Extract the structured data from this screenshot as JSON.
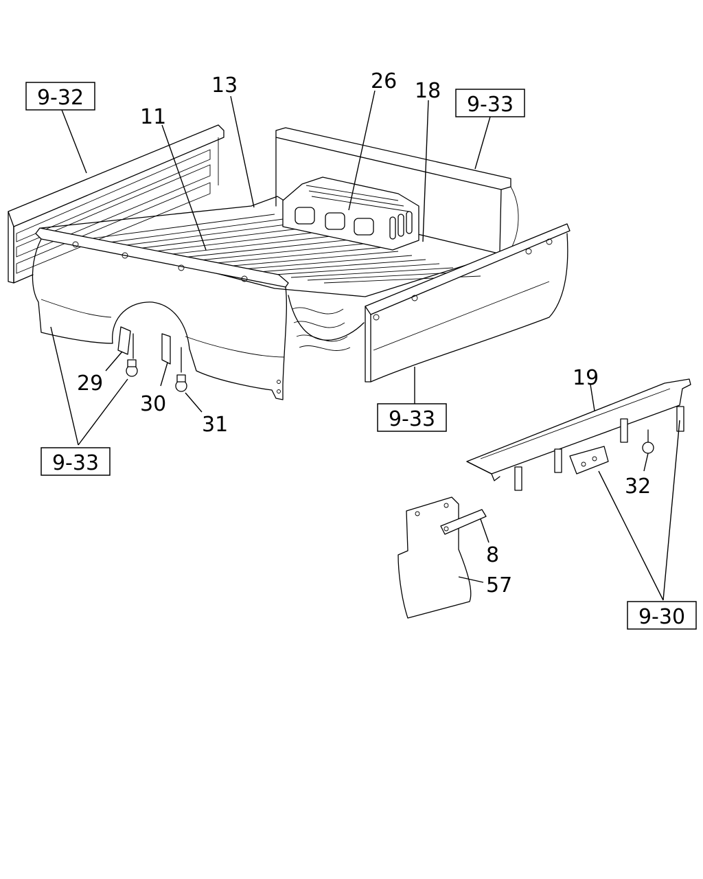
{
  "diagram": {
    "callouts": [
      "11",
      "13",
      "26",
      "18",
      "19",
      "29",
      "30",
      "31",
      "32",
      "8",
      "57"
    ],
    "references": [
      "9-32",
      "9-33",
      "9-33",
      "9-33",
      "9-30"
    ]
  }
}
